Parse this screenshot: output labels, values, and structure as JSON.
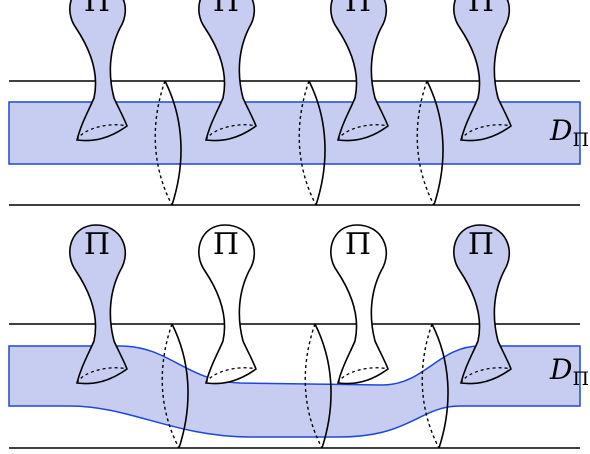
{
  "colors": {
    "line": "#000000",
    "band_fill": "#c6cdf0",
    "band_edge": "#1f47d8",
    "handle_fill": "#c6cdf0",
    "handle_plain": "#ffffff"
  },
  "handle_label": "Π",
  "band_label": {
    "main": "D",
    "subscript": "Π"
  },
  "panels": [
    {
      "id": "top",
      "handles": [
        {
          "label": "Π",
          "filled": true
        },
        {
          "label": "Π",
          "filled": true
        },
        {
          "label": "Π",
          "filled": true
        },
        {
          "label": "Π",
          "filled": true
        }
      ]
    },
    {
      "id": "bottom",
      "handles": [
        {
          "label": "Π",
          "filled": true
        },
        {
          "label": "Π",
          "filled": false
        },
        {
          "label": "Π",
          "filled": false
        },
        {
          "label": "Π",
          "filled": true
        }
      ]
    }
  ]
}
